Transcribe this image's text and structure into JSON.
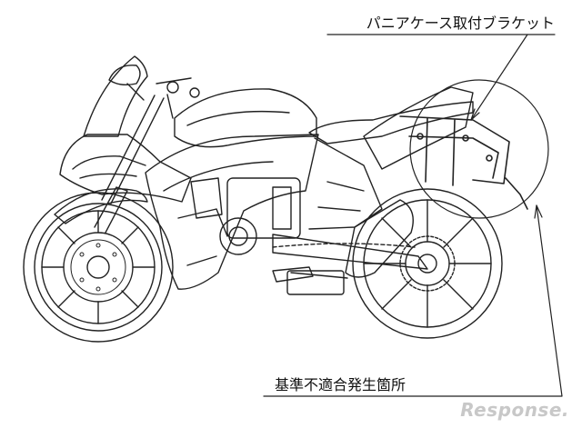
{
  "diagram": {
    "labels": {
      "pannier_bracket": "パニアケース取付ブラケット",
      "noncompliance_location": "基準不適合発生箇所"
    },
    "watermark": "Response."
  }
}
